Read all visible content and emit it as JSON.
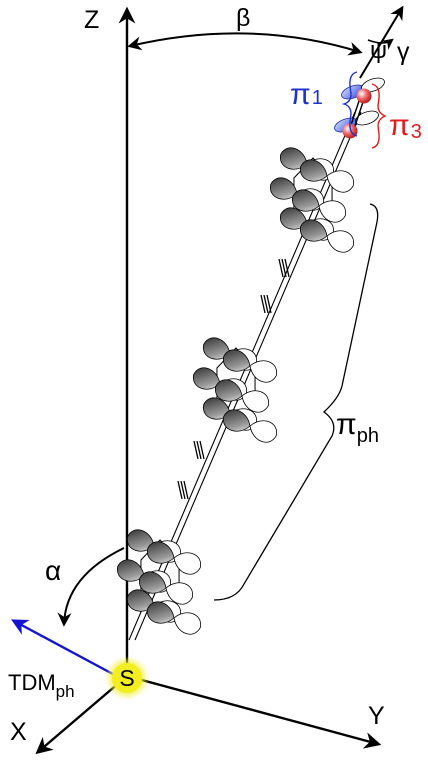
{
  "axes": {
    "z": "Z",
    "x": "X",
    "y": "Y"
  },
  "angles": {
    "alpha": "α",
    "beta": "β",
    "gamma": "γ",
    "psi": "ψ"
  },
  "labels": {
    "pi1_base": "π",
    "pi1_sub": "1",
    "pi3_base": "π",
    "pi3_sub": "3",
    "piph_base": "π",
    "piph_sub": "ph",
    "tdm_base": "TDM",
    "tdm_sub": "ph",
    "sulfur": "S"
  },
  "colors": {
    "axis": "#000000",
    "tdm_arrow": "#1414d2",
    "pi1_text": "#1e32c8",
    "pi3_text": "#e01e1e",
    "sulfur_glow": "#f2ee22",
    "lobe_blue": "#2b44d6",
    "atom_red": "#e33a3a"
  }
}
